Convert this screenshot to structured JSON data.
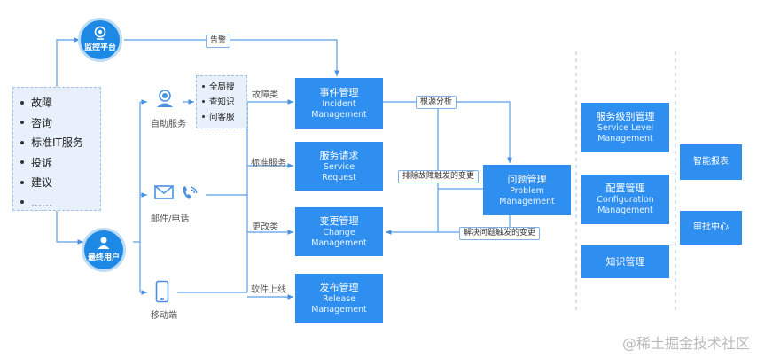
{
  "inputs": [
    "故障",
    "咨询",
    "标准IT服务",
    "投诉",
    "建议",
    "……"
  ],
  "monitor": "监控平台",
  "end_user": "最终用户",
  "alert_label": "告警",
  "channels": {
    "self_service": "自助服务",
    "mail_phone": "邮件/电话",
    "mobile": "移动端"
  },
  "self_service_items": [
    "全局搜",
    "查知识",
    "问客服"
  ],
  "flow_labels": {
    "fault": "故障类",
    "standard": "标准服务",
    "change": "更改类",
    "release": "软件上线"
  },
  "processes": {
    "incident": {
      "cn": "事件管理",
      "en1": "Incident",
      "en2": "Management"
    },
    "request": {
      "cn": "服务请求",
      "en1": "Service",
      "en2": "Request"
    },
    "change": {
      "cn": "变更管理",
      "en1": "Change",
      "en2": "Management"
    },
    "release": {
      "cn": "发布管理",
      "en1": "Release",
      "en2": "Management"
    },
    "problem": {
      "cn": "问题管理",
      "en1": "Problem",
      "en2": "Management"
    }
  },
  "problem_tags": {
    "root_cause": "根源分析",
    "fault_change": "排除故障触发的变更",
    "problem_change": "解决问题触发的变更"
  },
  "right_column": {
    "slm": {
      "cn": "服务级别管理",
      "en1": "Service Level",
      "en2": "Management"
    },
    "config": {
      "cn": "配置管理",
      "en1": "Configuration",
      "en2": "Management"
    },
    "knowledge": {
      "cn": "知识管理"
    }
  },
  "far_right": {
    "report": "智能报表",
    "approval": "审批中心"
  },
  "watermark": "@稀土掘金技术社区",
  "colors": {
    "primary": "#2e8ff0",
    "circle": "#1e88e5",
    "line": "#5b9ee6",
    "light": "#e8f1fb"
  }
}
